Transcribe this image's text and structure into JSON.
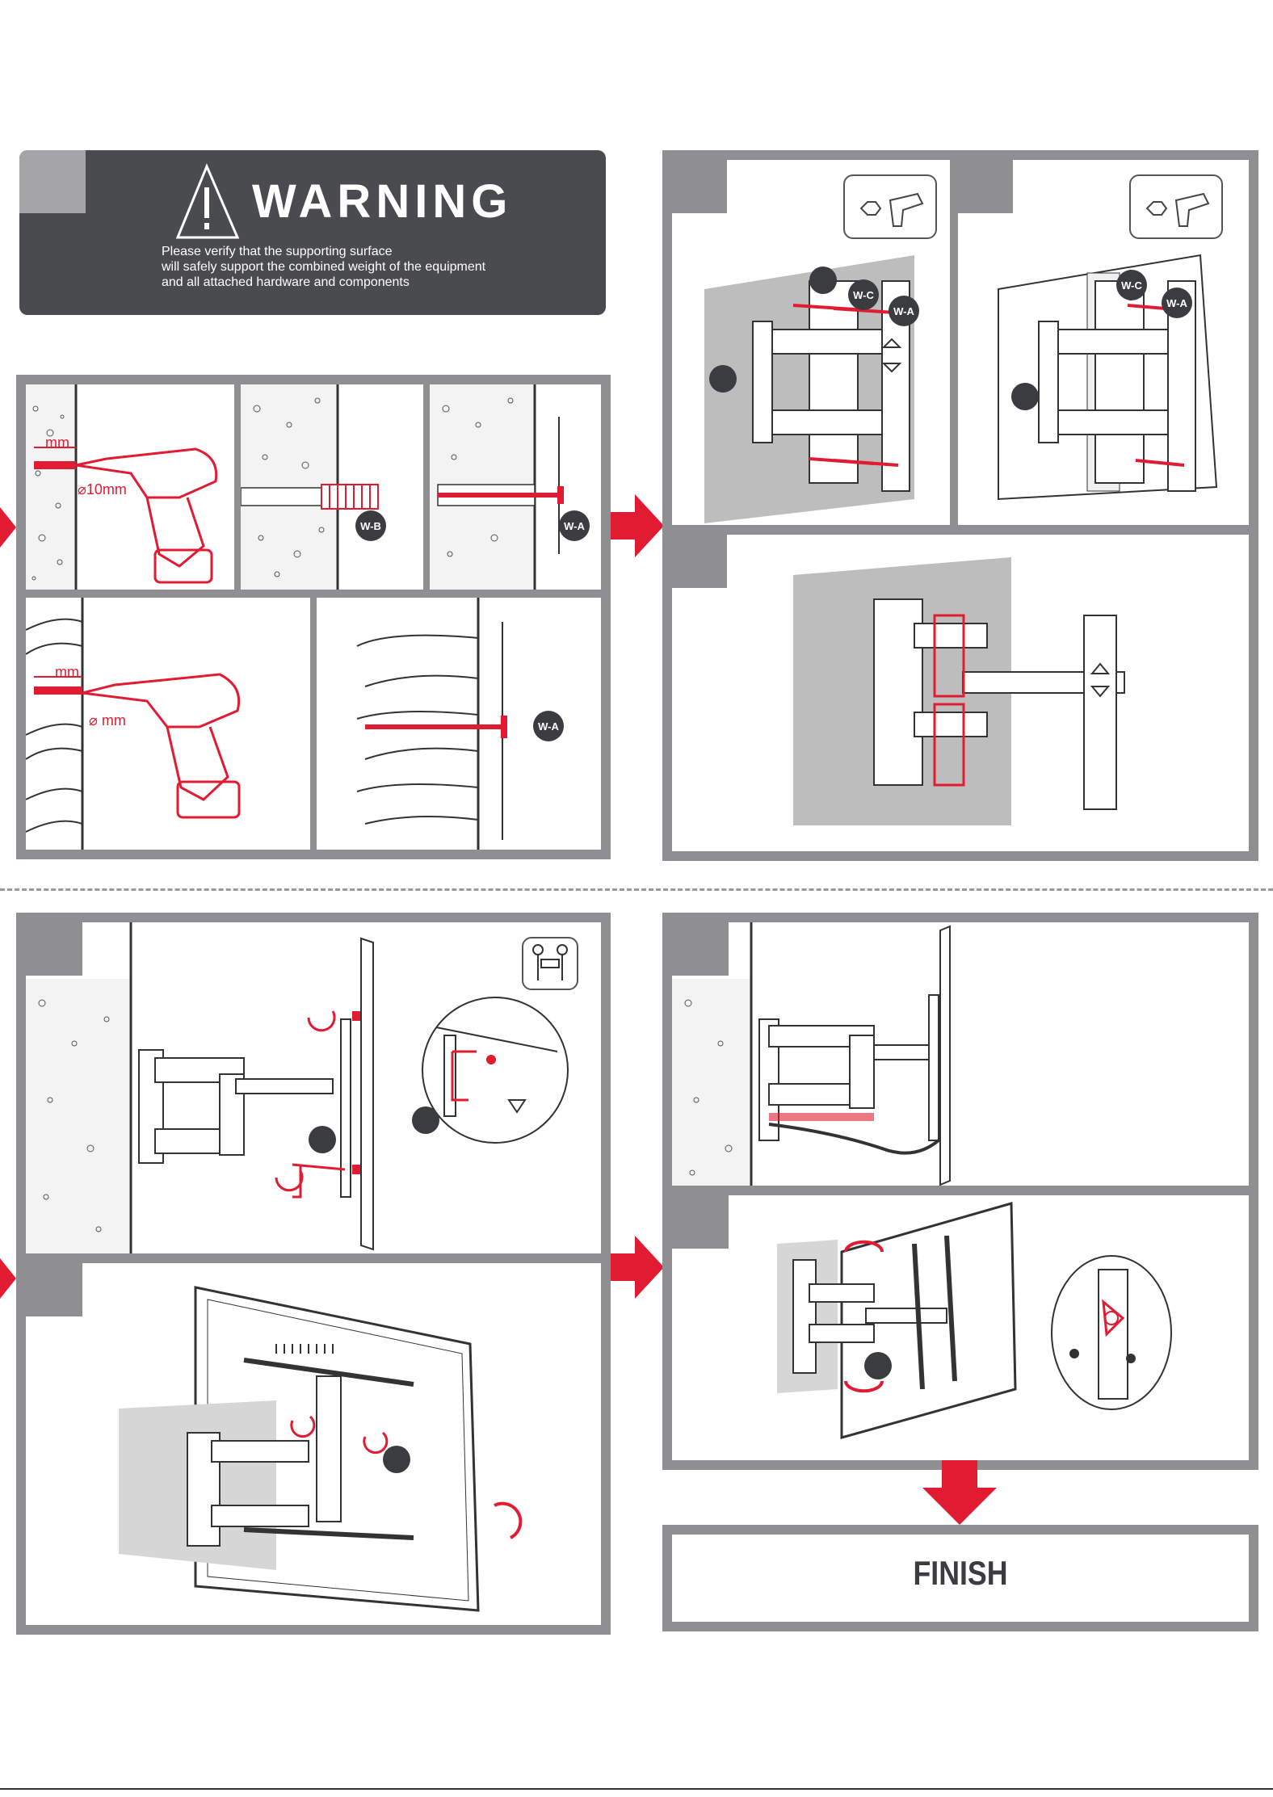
{
  "warning": {
    "title": "WARNING",
    "lines": [
      "Please verify that the supporting surface",
      "will safely support the combined weight of the equipment",
      "and all attached hardware and components"
    ]
  },
  "drill_labels": {
    "mm_top": "mm",
    "diameter_top": "⌀10mm",
    "mm_wood": "mm",
    "diameter_wood": "⌀  mm"
  },
  "badges": {
    "w_a": "W-A",
    "w_b": "W-B",
    "w_c": "W-C"
  },
  "finish": {
    "label": "FINISH"
  },
  "colors": {
    "accent_red": "#e11b32",
    "frame_gray": "#8f8e90",
    "dark_panel": "#4a4b4f"
  },
  "icons": [
    "warning-triangle-icon",
    "power-drill-icon",
    "hex-nut-icon",
    "two-person-lift-icon",
    "rotate-arrow-icon",
    "allen-key-icon"
  ]
}
